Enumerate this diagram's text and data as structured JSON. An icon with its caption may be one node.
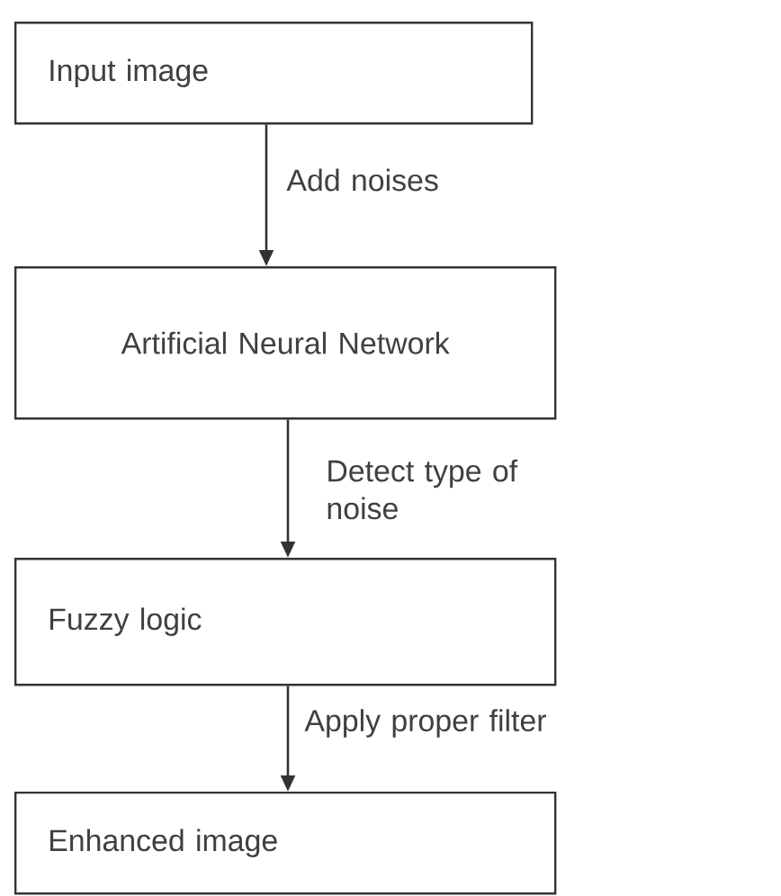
{
  "diagram": {
    "nodes": [
      {
        "text": [
          "Input image"
        ]
      },
      {
        "text": [
          "Artificial Neural Network"
        ]
      },
      {
        "text": [
          "Fuzzy logic"
        ]
      },
      {
        "text": [
          "Enhanced image"
        ]
      }
    ],
    "edges": [
      {
        "from": 0,
        "to": 1,
        "arrow": "to",
        "label": "Add noises"
      },
      {
        "from": 1,
        "to": 2,
        "arrow": "to",
        "label": "Detect type of noise"
      },
      {
        "from": 2,
        "to": 3,
        "arrow": "to",
        "label": "Apply proper filter"
      }
    ]
  }
}
